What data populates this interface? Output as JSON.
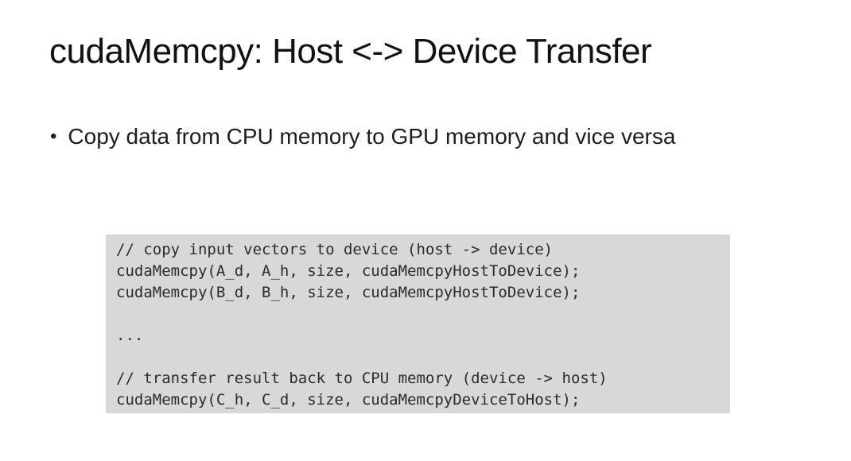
{
  "slide": {
    "title": "cudaMemcpy: Host <-> Device Transfer",
    "bullet_marker": "•",
    "bullet_text": "Copy data from CPU memory to GPU memory and vice versa",
    "code_lines": [
      "// copy input vectors to device (host -> device)",
      "cudaMemcpy(A_d, A_h, size, cudaMemcpyHostToDevice);",
      "cudaMemcpy(B_d, B_h, size, cudaMemcpyHostToDevice);",
      "",
      "...",
      "",
      "// transfer result back to CPU memory (device -> host)",
      "cudaMemcpy(C_h, C_d, size, cudaMemcpyDeviceToHost);"
    ],
    "colors": {
      "background": "#ffffff",
      "code_background": "#d8d8d8",
      "title_text": "#121212",
      "code_text": "#2b2b2b"
    }
  }
}
